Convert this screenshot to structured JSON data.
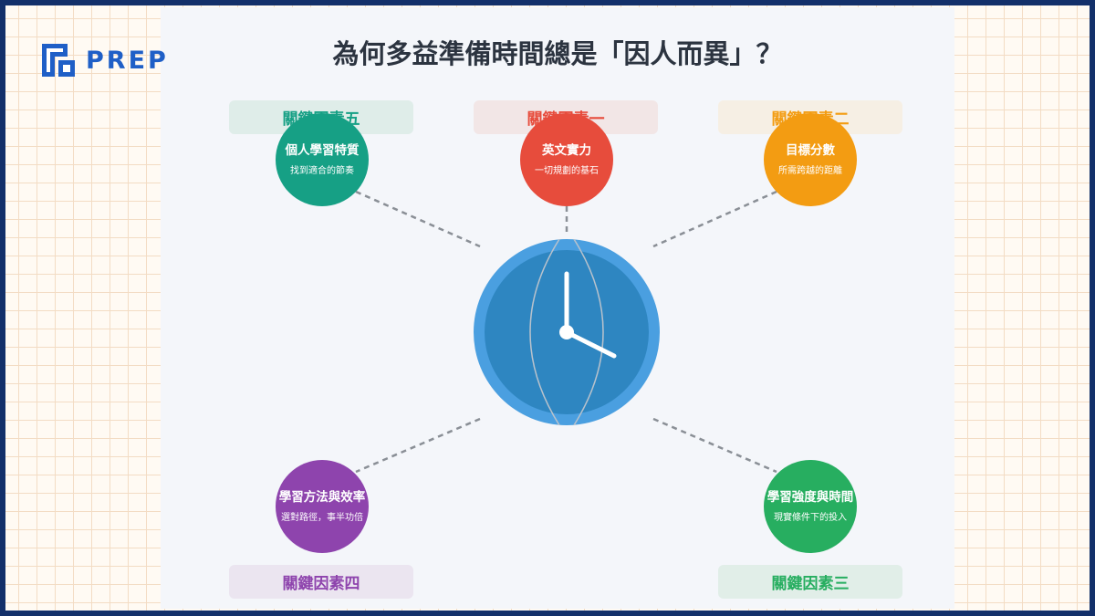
{
  "brand": {
    "name": "PREP"
  },
  "title": "為何多益準備時間總是「因人而異」？",
  "factors": [
    {
      "tag": "關鍵因素一",
      "title": "英文實力",
      "subtitle": "一切規劃的基石",
      "color": "#e74c3c",
      "tag_bg": "#f2e6e6",
      "tag_color": "#e74c3c"
    },
    {
      "tag": "關鍵因素二",
      "title": "目標分數",
      "subtitle": "所需跨越的距離",
      "color": "#f39c12",
      "tag_bg": "#f6efe4",
      "tag_color": "#f39c12"
    },
    {
      "tag": "關鍵因素三",
      "title": "學習強度與時間",
      "subtitle": "現實條件下的投入",
      "color": "#27ae60",
      "tag_bg": "#e1eee8",
      "tag_color": "#27ae60"
    },
    {
      "tag": "關鍵因素四",
      "title": "學習方法與效率",
      "subtitle": "選對路徑，事半功倍",
      "color": "#8e44ad",
      "tag_bg": "#ebe5f0",
      "tag_color": "#8e44ad"
    },
    {
      "tag": "關鍵因素五",
      "title": "個人學習特質",
      "subtitle": "找到適合的節奏",
      "color": "#16a085",
      "tag_bg": "#dfede9",
      "tag_color": "#16a085"
    }
  ],
  "clock": {
    "outer_color": "#4a9fe0",
    "face_color": "#2e86c1",
    "hand_color": "#ffffff"
  },
  "colors": {
    "border": "#13306a",
    "brand": "#1f5fc7",
    "connector": "#8a8f96"
  }
}
